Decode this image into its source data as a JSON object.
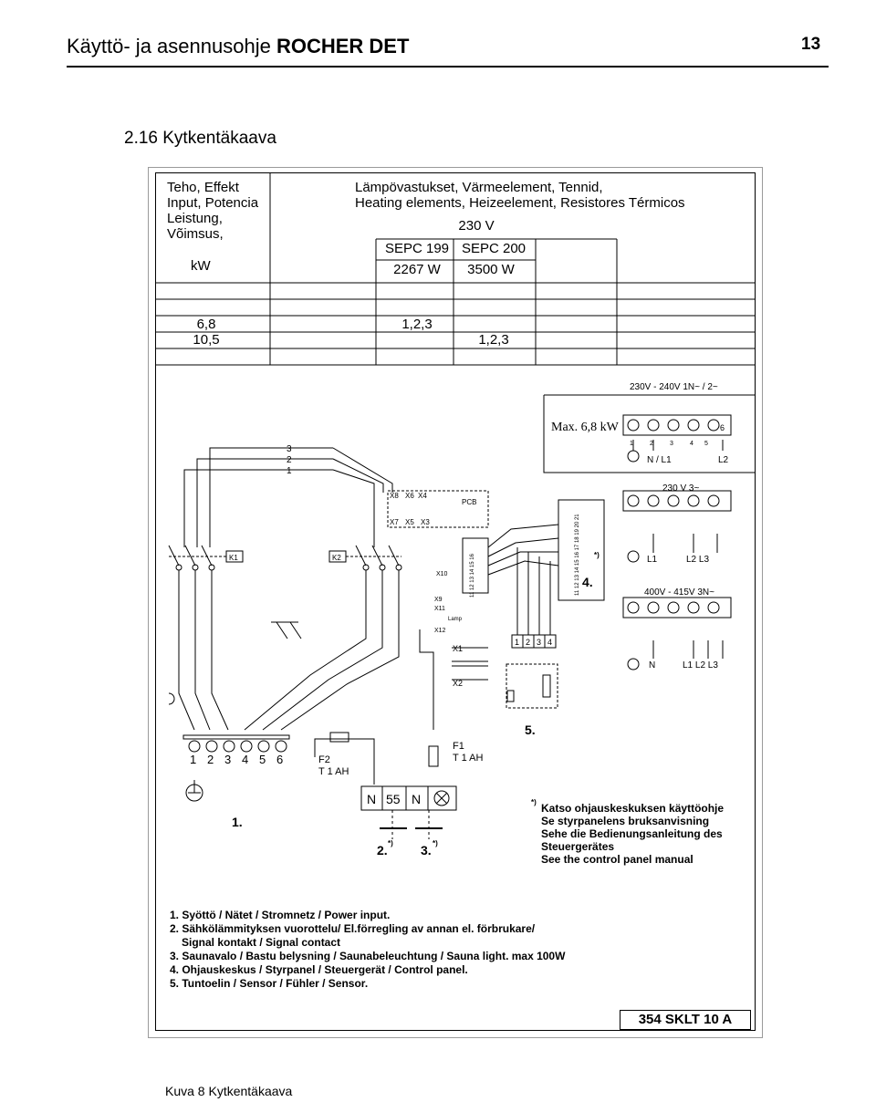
{
  "header": {
    "title_plain": "Käyttö- ja asennusohje ",
    "title_bold": "ROCHER DET",
    "page_number": "13"
  },
  "section": {
    "title": "2.16 Kytkentäkaava"
  },
  "table": {
    "power_heading": [
      "Teho, Effekt",
      "Input, Potencia",
      "Leistung,",
      "Võimsus,"
    ],
    "power_unit": "kW",
    "elements_heading": [
      "Lämpövastukset, Värmeelement, Tennid,",
      "Heating elements, Heizeelement, Resistores Térmicos"
    ],
    "voltage": "230 V",
    "model_a": "SEPC 199",
    "model_b": "SEPC 200",
    "watt_a": "2267 W",
    "watt_b": "3500 W",
    "rows": [
      {
        "kw": "6,8",
        "a": "1,2,3",
        "b": ""
      },
      {
        "kw": "10,5",
        "a": "",
        "b": "1,2,3"
      }
    ]
  },
  "diagram": {
    "supply_1": "230V - 240V  1N~ / 2~",
    "max_label": "Max. 6,8 kW",
    "supply_1_terms": [
      "N / L1",
      "L2"
    ],
    "supply_2": "230 V  3~",
    "supply_2_terms": [
      "L1",
      "L2  L3"
    ],
    "supply_3": "400V - 415V  3N~",
    "supply_3_terms": [
      "N",
      "L1   L2  L3"
    ],
    "terminal_numbers": [
      "1",
      "2",
      "3",
      "4",
      "5",
      "6"
    ],
    "heater_wires": [
      "3",
      "2",
      "1"
    ],
    "relay_k1": "K1",
    "relay_k2": "K2",
    "pcb": "PCB",
    "pcb_terms": [
      "X8",
      "X6",
      "X4",
      "X7",
      "X5",
      "X3"
    ],
    "pcb_conn": [
      "X10",
      "X9",
      "X11",
      "X12"
    ],
    "lamp": "Lamp",
    "x1": "X1",
    "x2": "X2",
    "strip_a": "11 12 13 14 15 16",
    "strip_b": "11 12 13 14 15 16 17 18 19 20 21",
    "sensor_block": [
      "1",
      "2",
      "3",
      "4"
    ],
    "label_4": "4.",
    "label_5": "5.",
    "label_1": "1.",
    "label_2": "2.",
    "label_3": "3.",
    "asterisk": "*)",
    "f2": [
      "F2",
      "T 1 AH"
    ],
    "f1": [
      "F1",
      "T 1 AH"
    ],
    "terminal_row": [
      "1",
      "2",
      "3",
      "4",
      "5",
      "6"
    ],
    "signal_block": [
      "N",
      "55",
      "N"
    ]
  },
  "note": {
    "lines": [
      "Katso ohjauskeskuksen käyttöohje",
      "Se styrpanelens bruksanvisning",
      "Sehe die Bedienungsanleitung des",
      "Steuergerätes",
      "See the control panel manual"
    ]
  },
  "legend": [
    "1. Syöttö / Nätet / Stromnetz / Power input.",
    "2. Sähkölämmityksen vuorottelu/ El.förregling av annan el. förbrukare/",
    "Signal kontakt / Signal contact",
    "3. Saunavalo / Bastu belysning / Saunabeleuchtung / Sauna light.  max 100W",
    "4. Ohjauskeskus / Styrpanel / Steuergerät / Control panel.",
    "5. Tuntoelin / Sensor / Fühler / Sensor."
  ],
  "ref": "354 SKLT  10 A",
  "caption": "Kuva 8 Kytkentäkaava"
}
